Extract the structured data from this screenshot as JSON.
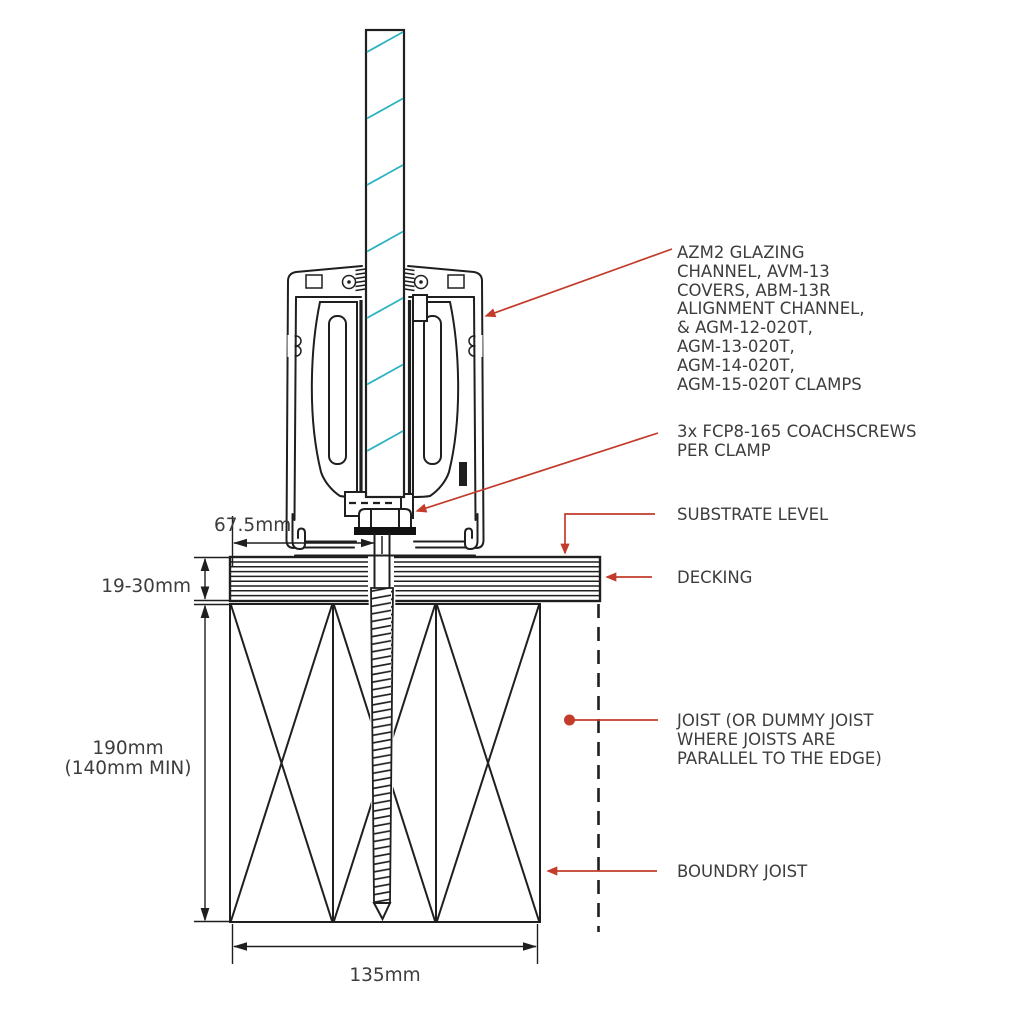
{
  "colors": {
    "line": "#1f1f1f",
    "red": "#c23b2b",
    "cyan": "#2bb3c0",
    "text": "#3d3d3d"
  },
  "annotations": {
    "glazing_channel": {
      "lines": [
        "AZM2 GLAZING",
        "CHANNEL, AVM-13",
        "COVERS, ABM-13R",
        "ALIGNMENT CHANNEL,",
        "& AGM-12-020T,",
        "AGM-13-020T,",
        "AGM-14-020T,",
        "AGM-15-020T CLAMPS"
      ]
    },
    "coachscrews": {
      "lines": [
        "3x FCP8-165 COACHSCREWS",
        "PER CLAMP"
      ]
    },
    "substrate_level": {
      "label": "SUBSTRATE LEVEL"
    },
    "decking": {
      "label": "DECKING"
    },
    "joist": {
      "lines": [
        "JOIST (OR DUMMY JOIST",
        "WHERE JOISTS ARE",
        "PARALLEL TO THE EDGE)"
      ]
    },
    "boundary_joist": {
      "label": "BOUNDRY JOIST"
    }
  },
  "dimensions": {
    "channel_offset": "67.5mm",
    "decking_thickness": "19-30mm",
    "joist_depth_line1": "190mm",
    "joist_depth_line2": "(140mm MIN)",
    "joist_width": "135mm"
  }
}
